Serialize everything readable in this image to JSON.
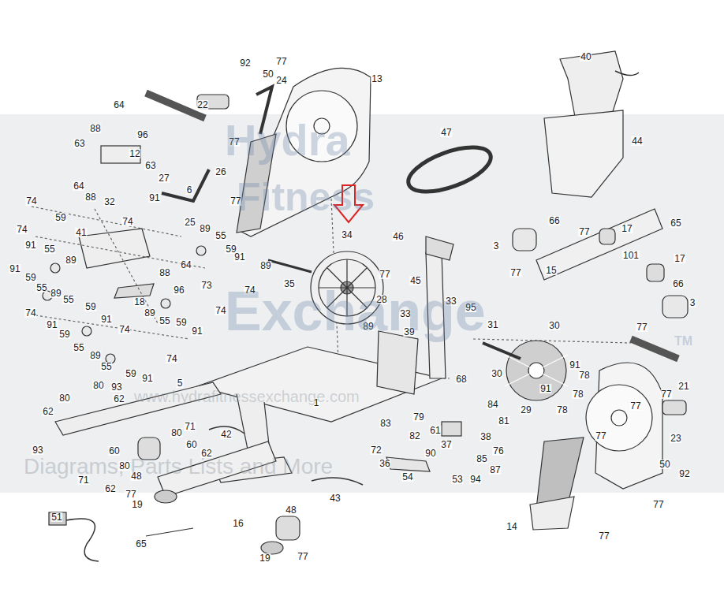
{
  "diagram": {
    "labels": [
      "92",
      "77",
      "50",
      "24",
      "13",
      "22",
      "64",
      "88",
      "96",
      "12",
      "63",
      "63",
      "27",
      "77",
      "26",
      "6",
      "77",
      "74",
      "64",
      "88",
      "32",
      "91",
      "59",
      "74",
      "89",
      "25",
      "74",
      "41",
      "55",
      "91",
      "55",
      "89",
      "59",
      "64",
      "91",
      "91",
      "59",
      "88",
      "73",
      "96",
      "55",
      "89",
      "55",
      "18",
      "74",
      "59",
      "89",
      "55",
      "59",
      "91",
      "74",
      "91",
      "74",
      "91",
      "74",
      "59",
      "55",
      "89",
      "55",
      "59",
      "91",
      "74",
      "34",
      "35",
      "89",
      "46",
      "45",
      "77",
      "28",
      "33",
      "33",
      "95",
      "89",
      "39",
      "47",
      "40",
      "44",
      "77",
      "66",
      "17",
      "65",
      "3",
      "77",
      "15",
      "101",
      "17",
      "66",
      "3",
      "77",
      "31",
      "30",
      "30",
      "91",
      "78",
      "91",
      "78",
      "78",
      "29",
      "68",
      "84",
      "81",
      "79",
      "83",
      "61",
      "82",
      "37",
      "38",
      "76",
      "72",
      "90",
      "36",
      "85",
      "87",
      "54",
      "53",
      "94",
      "77",
      "77",
      "21",
      "77",
      "23",
      "50",
      "92",
      "14",
      "77",
      "77",
      "1",
      "5",
      "80",
      "93",
      "62",
      "80",
      "62",
      "71",
      "42",
      "93",
      "80",
      "60",
      "62",
      "60",
      "80",
      "71",
      "48",
      "62",
      "77",
      "48",
      "43",
      "19",
      "51",
      "16",
      "65",
      "19",
      "77",
      "Hydra",
      "Fitness",
      "Exchange",
      "TM",
      "www.hydrafitnessexchange.com",
      "Diagrams, Parts Lists and More"
    ]
  }
}
